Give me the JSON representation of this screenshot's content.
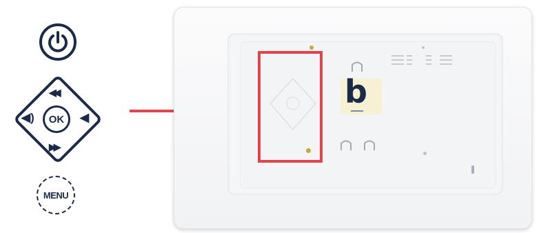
{
  "controls": {
    "power_icon": "power-icon",
    "rewind_icon": "◀◀",
    "fast_forward_icon": "▶▶",
    "volume_up_icon": "◀)",
    "volume_down_icon": "◀",
    "ok_label": "OK",
    "menu_label": "MENU"
  },
  "device": {
    "logo_letter": "b"
  },
  "colors": {
    "icon": "#1c2a4a",
    "highlight": "#e0454e"
  }
}
